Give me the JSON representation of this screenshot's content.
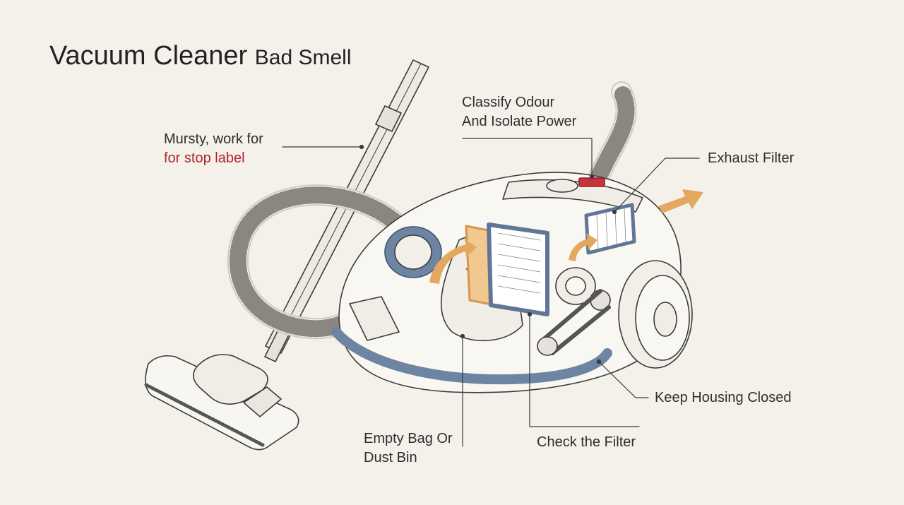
{
  "title": {
    "main": "Vacuum Cleaner",
    "sub": "Bad Smell"
  },
  "labels": {
    "musty": {
      "line1": "Mursty, work for",
      "line2": "for stop label"
    },
    "classify": {
      "line1": "Classify Odour",
      "line2": "And Isolate Power"
    },
    "exhaust": "Exhaust Filter",
    "housing": "Keep Housing Closed",
    "filter": "Check the Filter",
    "bag": {
      "line1": "Empty Bag Or",
      "line2": "Dust Bin"
    }
  },
  "colors": {
    "background": "#f3f1ea",
    "line": "#3a3a3a",
    "accent_blue": "#6d84a3",
    "accent_orange": "#e3a760",
    "accent_red": "#c9333b",
    "label_red": "#b3242a"
  }
}
